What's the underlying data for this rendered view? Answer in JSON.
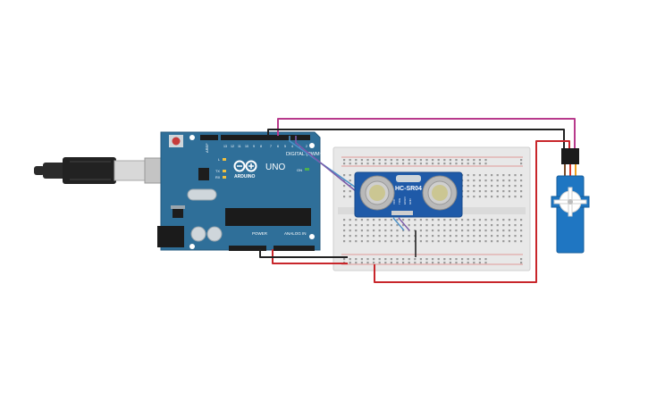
{
  "arduino": {
    "logo_text": "UNO",
    "brand_text": "ARDUINO",
    "digital_label": "DIGITAL (PWM~)",
    "power_label": "POWER",
    "analog_label": "ANALOG IN",
    "aref_label": "AREF",
    "gnd_label": "GND",
    "on_label": "ON",
    "tx_label": "TX",
    "rx_label": "RX",
    "l_label": "L"
  },
  "sensor": {
    "model": "HC-SR04",
    "pin_vcc": "VCC",
    "pin_trig": "TRIG",
    "pin_echo": "ECHO",
    "pin_gnd": "GND"
  },
  "colors": {
    "arduino_board": "#2f6f99",
    "wire_magenta": "#b83a8c",
    "wire_red": "#c8262b",
    "wire_black": "#222222",
    "wire_blue": "#3a7bd5",
    "servo_body": "#1f76c2"
  },
  "icons": {
    "usb_cable": "usb-plug-icon",
    "servo": "servo-motor-icon",
    "sensor": "ultrasonic-sensor-icon"
  }
}
